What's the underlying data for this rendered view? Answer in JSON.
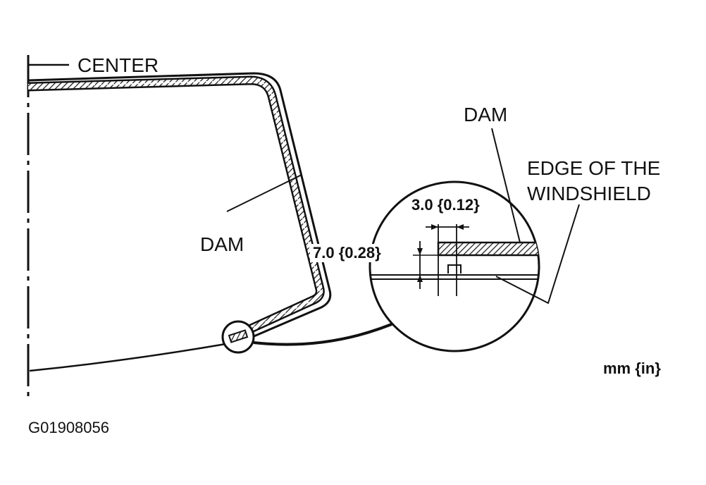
{
  "labels": {
    "center": "CENTER",
    "dam_main": "DAM",
    "dam_detail": "DAM",
    "edge_line1": "EDGE OF THE",
    "edge_line2": "WINDSHIELD",
    "dim_width": "3.0 {0.12}",
    "dim_height": "7.0 {0.28}",
    "units": "mm {in}",
    "figure_code": "G01908056"
  },
  "colors": {
    "ink": "#111111",
    "paper": "#ffffff"
  }
}
